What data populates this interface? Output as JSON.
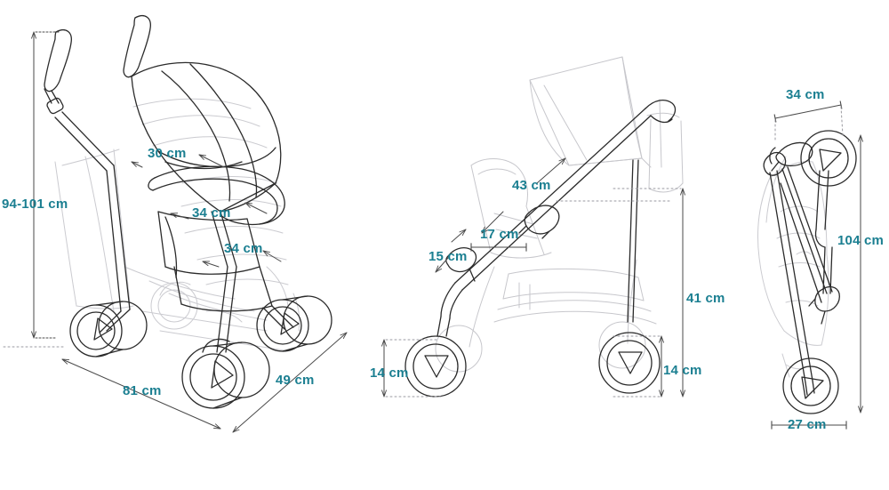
{
  "diagram": {
    "title": "Stroller dimension diagram",
    "subject": "compact folding baby stroller",
    "unit": "cm",
    "background_color": "#ffffff",
    "label_color": "#1b7f91",
    "line_color_primary": "#2b2b2b",
    "line_color_secondary": "#c8c8cc",
    "dimension_line_color": "#4a4a4a"
  },
  "views": [
    {
      "id": "view-front-three-quarter",
      "name": "unfolded-three-quarter-view",
      "description": "Stroller seen from front three-quarter angle, unfolded, with canopy up",
      "labels": [
        {
          "id": "height-range",
          "text": "94-101 cm",
          "value_min": 94,
          "value_max": 101,
          "unit": "cm",
          "measures": "handle height from ground",
          "orientation": "vertical"
        },
        {
          "id": "canopy-width",
          "text": "30 cm",
          "value": 30,
          "unit": "cm",
          "measures": "canopy / backrest width",
          "orientation": "horizontal"
        },
        {
          "id": "seat-width",
          "text": "34 cm",
          "value": 34,
          "unit": "cm",
          "measures": "seat width",
          "orientation": "horizontal"
        },
        {
          "id": "footrest-width",
          "text": "34 cm",
          "value": 34,
          "unit": "cm",
          "measures": "lower seat / footwell width",
          "orientation": "horizontal"
        },
        {
          "id": "length",
          "text": "81 cm",
          "value": 81,
          "unit": "cm",
          "measures": "overall length footprint",
          "orientation": "diagonal"
        },
        {
          "id": "width",
          "text": "49 cm",
          "value": 49,
          "unit": "cm",
          "measures": "overall width footprint",
          "orientation": "diagonal"
        }
      ]
    },
    {
      "id": "view-side-profile",
      "name": "unfolded-side-view",
      "description": "Stroller seen from the side, unfolded, showing seat depth and wheel sizes",
      "labels": [
        {
          "id": "backrest-height",
          "text": "43 cm",
          "value": 43,
          "unit": "cm",
          "measures": "backrest height",
          "orientation": "diagonal"
        },
        {
          "id": "seat-depth",
          "text": "17 cm",
          "value": 17,
          "unit": "cm",
          "measures": "seat depth segment",
          "orientation": "horizontal"
        },
        {
          "id": "footrest-depth",
          "text": "15 cm",
          "value": 15,
          "unit": "cm",
          "measures": "footrest length",
          "orientation": "diagonal"
        },
        {
          "id": "seat-height",
          "text": "41 cm",
          "value": 41,
          "unit": "cm",
          "measures": "seat height from ground",
          "orientation": "vertical"
        },
        {
          "id": "front-wheel",
          "text": "14 cm",
          "value": 14,
          "unit": "cm",
          "measures": "front wheel diameter",
          "orientation": "vertical"
        },
        {
          "id": "rear-wheel",
          "text": "14 cm",
          "value": 14,
          "unit": "cm",
          "measures": "rear wheel diameter",
          "orientation": "vertical"
        }
      ]
    },
    {
      "id": "view-folded",
      "name": "folded-view",
      "description": "Stroller folded flat, standing vertically",
      "labels": [
        {
          "id": "folded-width",
          "text": "34 cm",
          "value": 34,
          "unit": "cm",
          "measures": "folded width",
          "orientation": "horizontal"
        },
        {
          "id": "folded-length",
          "text": "104 cm",
          "value": 104,
          "unit": "cm",
          "measures": "folded length",
          "orientation": "vertical"
        },
        {
          "id": "folded-depth",
          "text": "27 cm",
          "value": 27,
          "unit": "cm",
          "measures": "folded depth",
          "orientation": "horizontal"
        }
      ]
    }
  ],
  "label_text": {
    "v1_height": "94-101 cm",
    "v1_canopy": "30 cm",
    "v1_seat": "34 cm",
    "v1_foot": "34 cm",
    "v1_len": "81 cm",
    "v1_wid": "49 cm",
    "v2_back": "43 cm",
    "v2_seat": "17 cm",
    "v2_foot": "15 cm",
    "v2_seatheight": "41 cm",
    "v2_wheel_front": "14 cm",
    "v2_wheel_rear": "14 cm",
    "v3_width": "34 cm",
    "v3_length": "104 cm",
    "v3_depth": "27 cm"
  }
}
